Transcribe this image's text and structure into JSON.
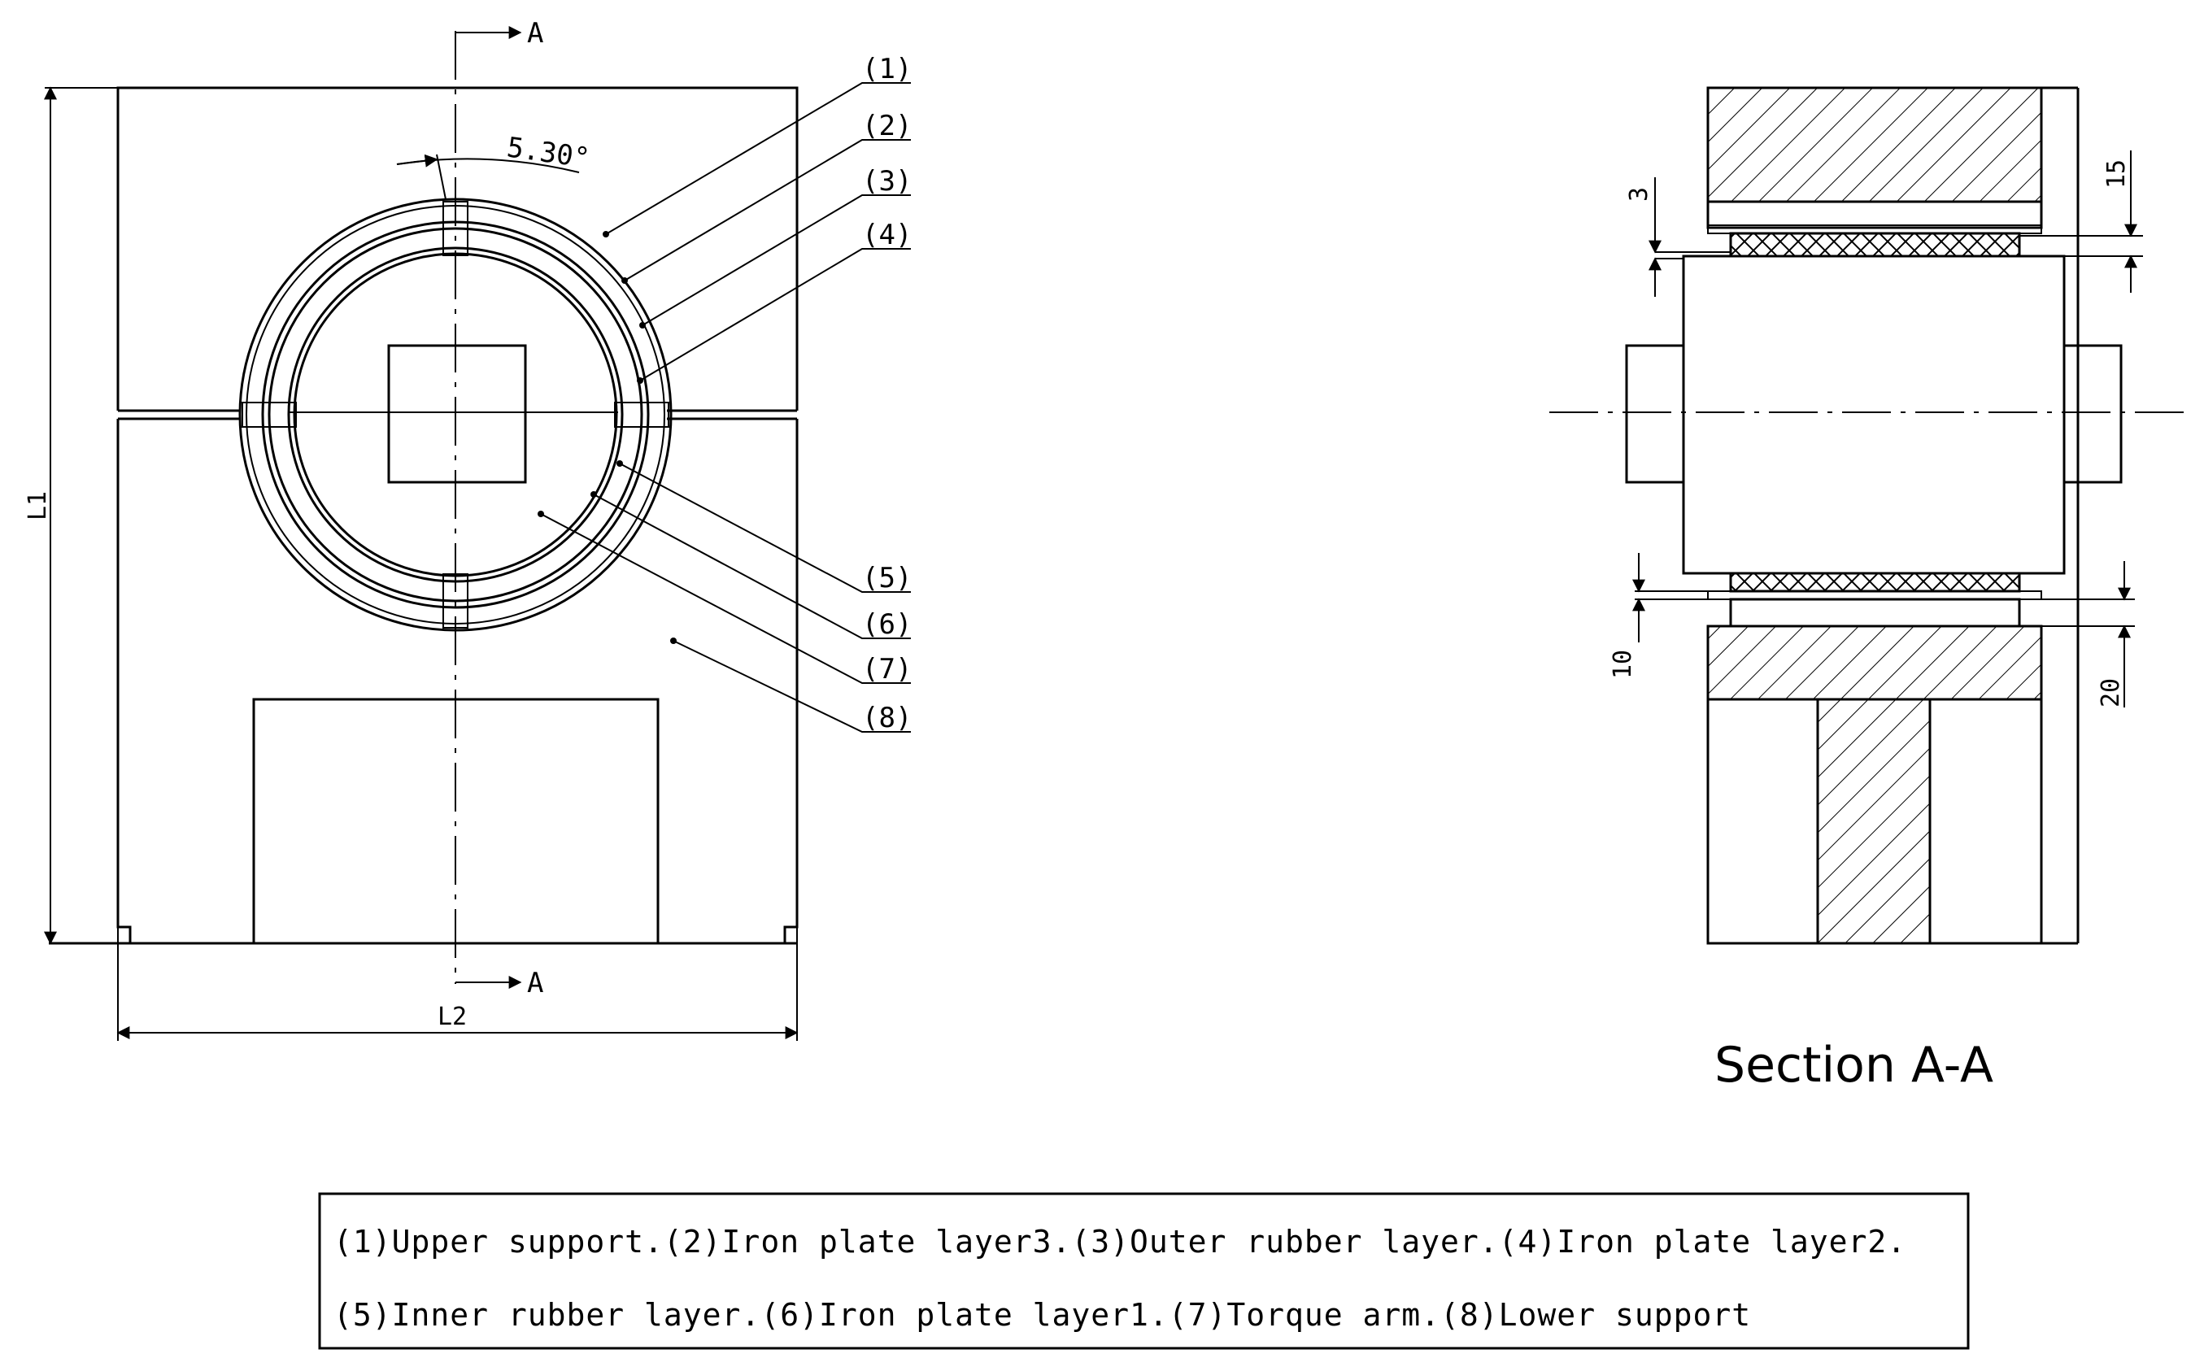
{
  "front_view": {
    "section_marker": "A",
    "section_marker_bottom": "A",
    "angle_label": "5.30°",
    "dim_height_label": "L1",
    "dim_width_label": "L2",
    "callouts": [
      "(1)",
      "(2)",
      "(3)",
      "(4)",
      "(5)",
      "(6)",
      "(7)",
      "(8)"
    ]
  },
  "section_view": {
    "title": "Section A-A",
    "dims": {
      "top_left": "3",
      "top_right": "15",
      "bottom_left": "10",
      "bottom_right": "20"
    }
  },
  "legend": {
    "line1": "(1)Upper support.(2)Iron plate layer3.(3)Outer rubber layer.(4)Iron plate layer2.",
    "line2": "(5)Inner rubber layer.(6)Iron plate layer1.(7)Torque arm.(8)Lower support"
  }
}
